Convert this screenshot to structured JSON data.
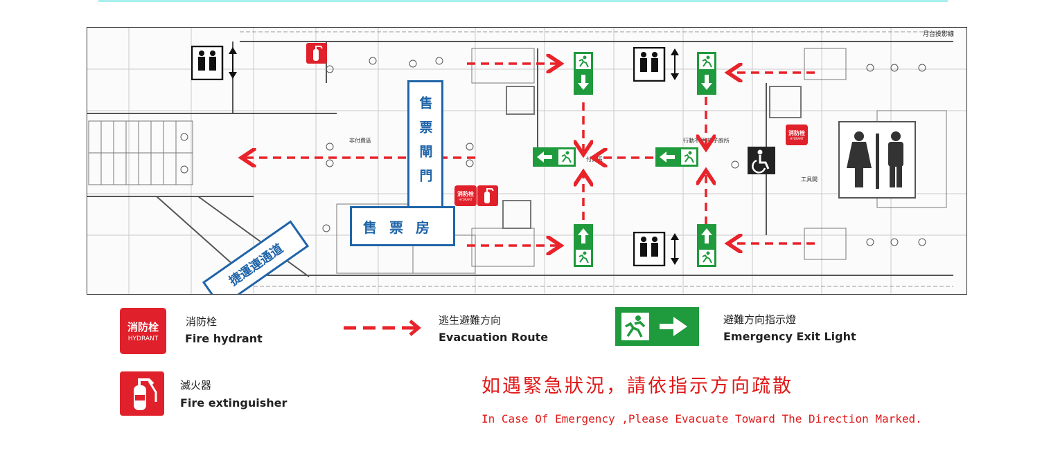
{
  "plan": {
    "caption": "月台投影線",
    "ticket_gate_label": "售票閘門",
    "ticket_office_label": "售票房",
    "mrt_passage_label": "捷運連通道",
    "room_labels": {
      "unpaid_area": "非付費區",
      "paid_area": "付費區",
      "toilet_area": "行動不便/親子廁所",
      "tool_room": "工具間"
    },
    "hydrant_icon_zh": "消防栓",
    "hydrant_icon_en": "HYDRANT"
  },
  "legend": {
    "hydrant": {
      "icon_zh": "消防栓",
      "icon_en": "HYDRANT",
      "label_zh": "消防栓",
      "label_en": "Fire hydrant"
    },
    "extinguisher": {
      "label_zh": "滅火器",
      "label_en": "Fire extinguisher"
    },
    "route": {
      "label_zh": "逃生避難方向",
      "label_en": "Evacuation Route"
    },
    "exit_light": {
      "label_zh": "避難方向指示燈",
      "label_en": "Emergency Exit Light"
    }
  },
  "notice": {
    "zh": "如遇緊急狀況，請依指示方向疏散",
    "en": "In Case Of Emergency ,Please Evacuate Toward The Direction Marked."
  },
  "colors": {
    "route": "#e8232a",
    "exit_green": "#1f9a3c",
    "hydrant_red": "#e0202a",
    "label_blue": "#1f64a8",
    "notice_red": "#e01818",
    "top_rule": "#a8f0ee"
  },
  "icons": [
    "elevator-icon",
    "fire-hydrant-icon",
    "fire-extinguisher-icon",
    "exit-sign-icon",
    "restroom-icon",
    "accessible-icon"
  ]
}
